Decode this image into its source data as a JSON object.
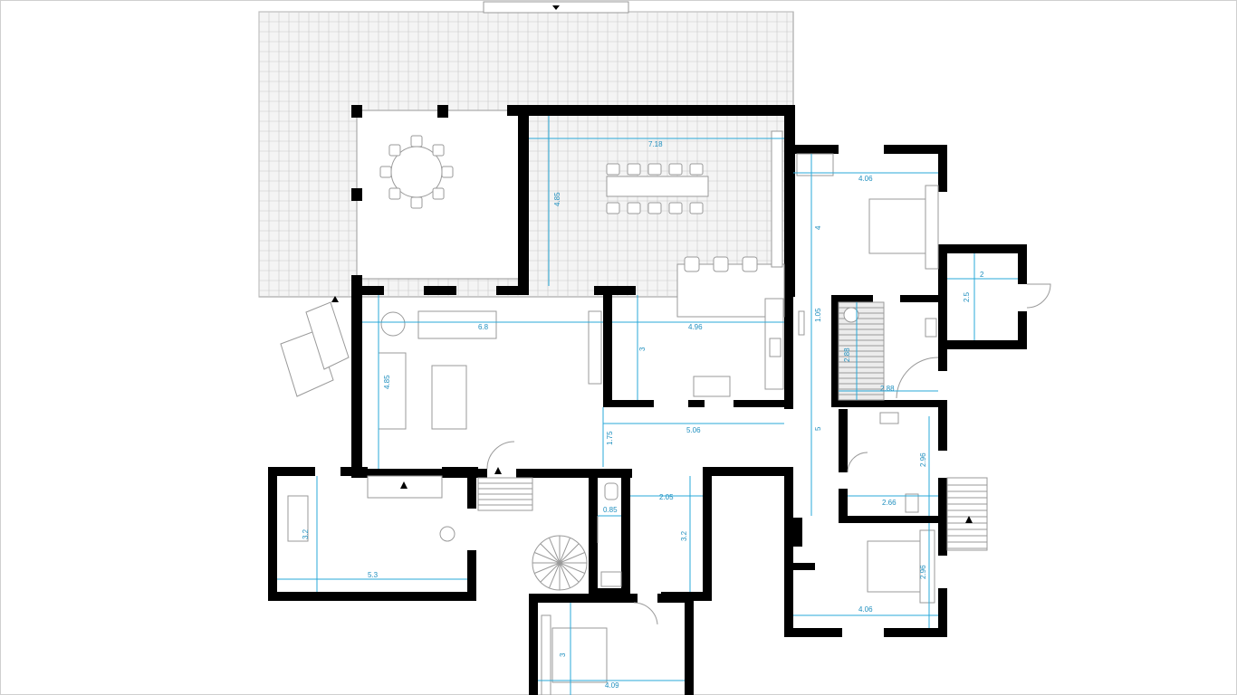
{
  "dimensions": {
    "dining_width": "7.18",
    "dining_height": "4.85",
    "bedroom1_width": "4.06",
    "bedroom1_height": "4",
    "storage_width": "2",
    "storage_height": "2.5",
    "living_width": "6.8",
    "living_height": "4.85",
    "kitchen_width": "4.96",
    "kitchen_height": "3",
    "hall_height": "1.05",
    "bath1_height": "2.88",
    "bath1_width": "2.88",
    "corridor_width": "5.06",
    "corridor_height": "1.75",
    "corridor_long": "5",
    "bath2_height": "2.96",
    "bath2_width": "2.66",
    "study_height": "3.2",
    "study_width": "5.3",
    "wc_width": "0.85",
    "entry_width": "2.05",
    "entry_height": "3.2",
    "bedroom2_height": "2.96",
    "bedroom2_width": "4.06",
    "bedroom3_height": "3",
    "bedroom3_width": "4.09"
  }
}
